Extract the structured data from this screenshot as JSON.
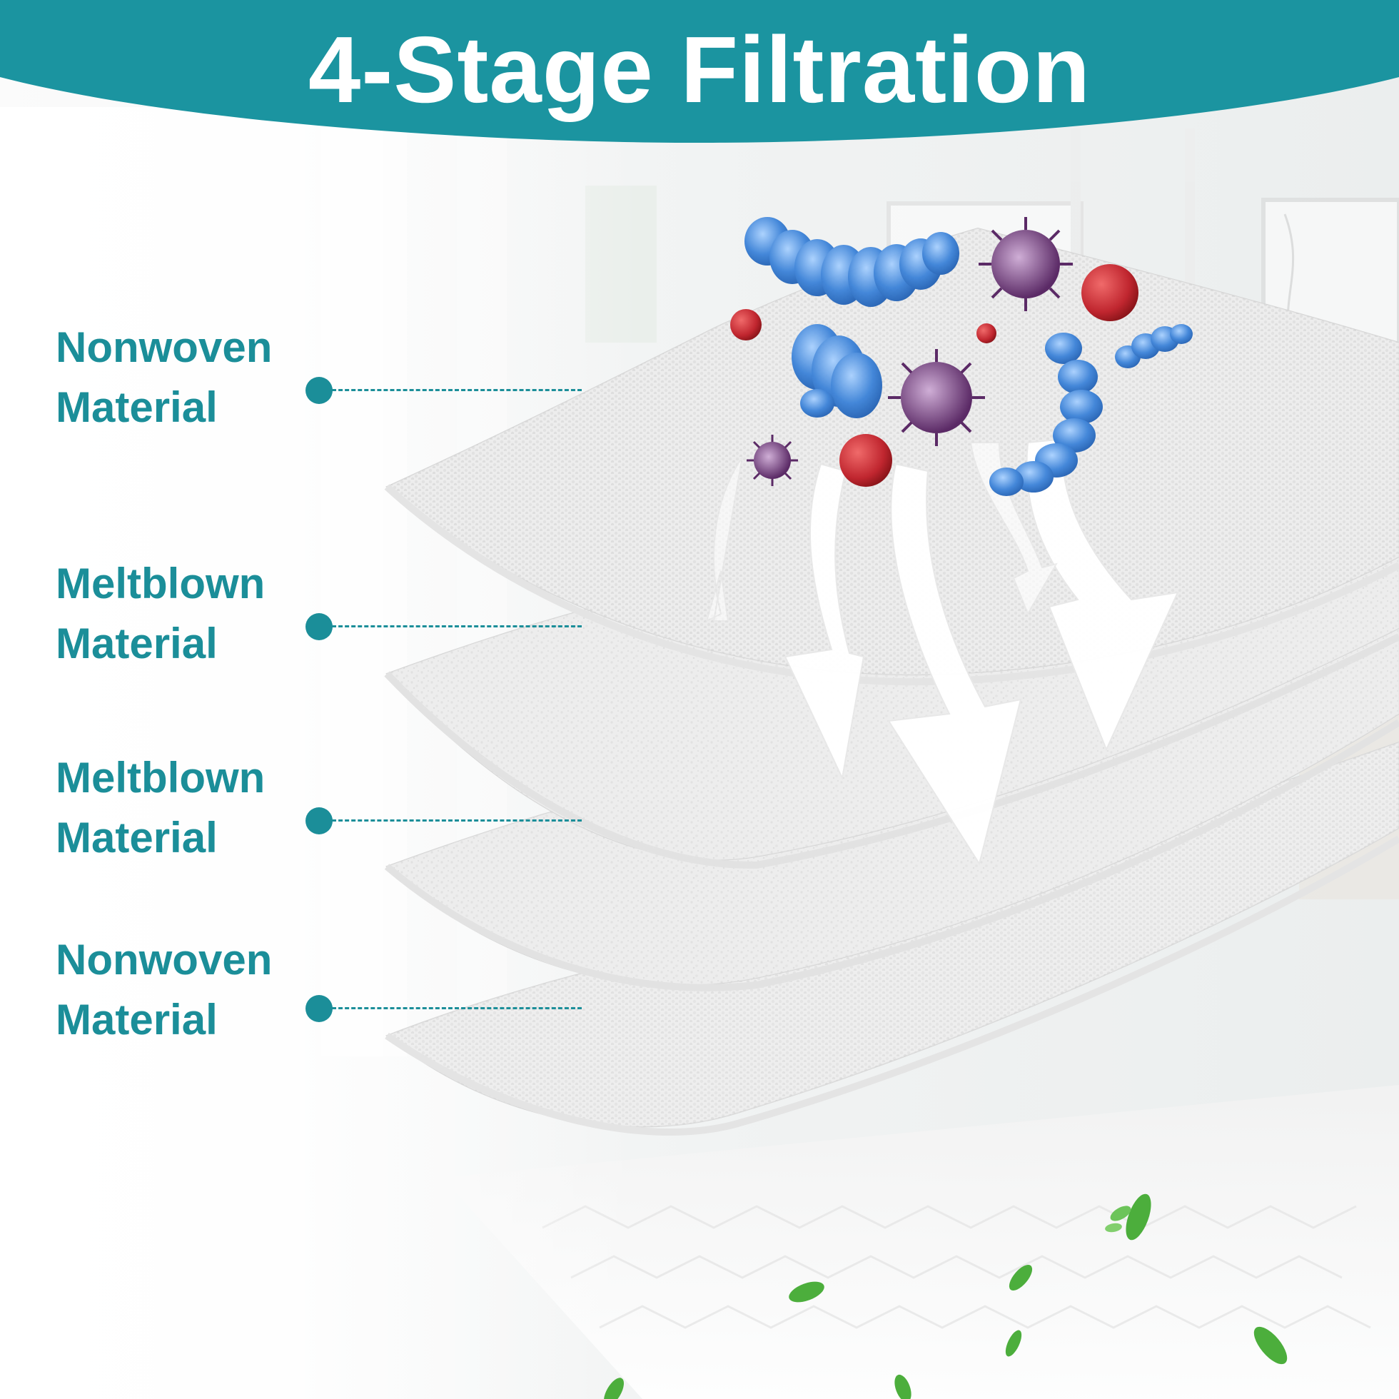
{
  "header": {
    "title": "4-Stage Filtration",
    "band_color": "#1b94a0"
  },
  "layers": [
    {
      "line1": "Nonwoven",
      "line2": "Material",
      "type": "nonwoven"
    },
    {
      "line1": "Meltblown",
      "line2": "Material",
      "type": "meltblown"
    },
    {
      "line1": "Meltblown",
      "line2": "Material",
      "type": "meltblown"
    },
    {
      "line1": "Nonwoven",
      "line2": "Material",
      "type": "nonwoven"
    }
  ],
  "colors": {
    "label_text": "#1b8e99",
    "bacteria": "#3a7fd4",
    "virus_purple": "#7a4a86",
    "cell_red": "#c0262f",
    "leaf_green": "#4cae3c"
  },
  "icons": [
    "bacteria-icon",
    "virus-icon",
    "red-cell-icon",
    "airflow-arrow-icon",
    "leaf-icon"
  ]
}
